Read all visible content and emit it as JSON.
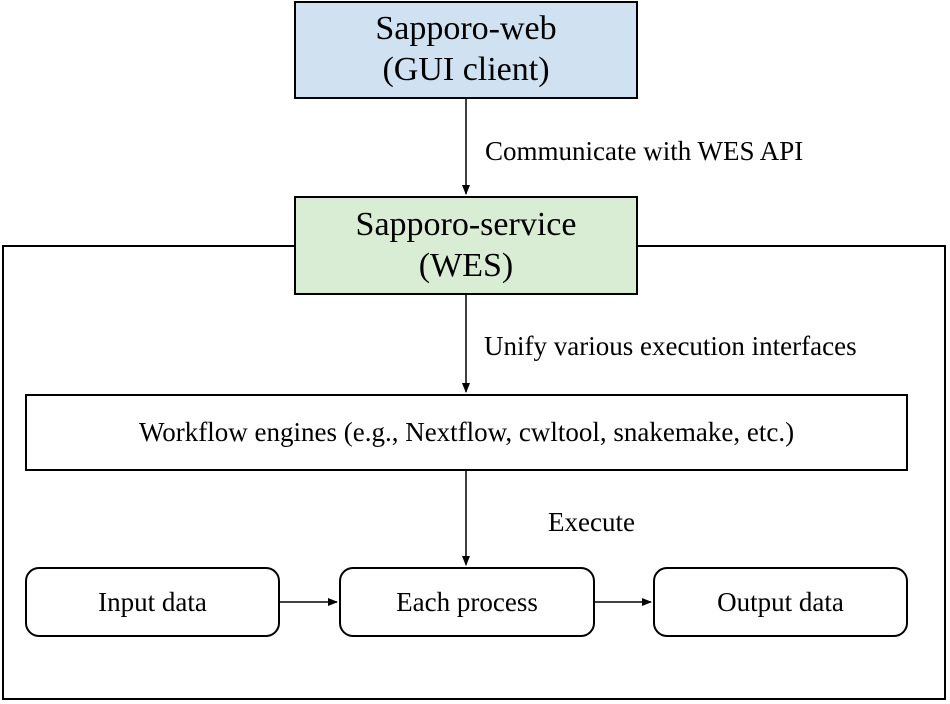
{
  "colors": {
    "web_fill": "#d0e1f1",
    "service_fill": "#d9ecd4",
    "stroke": "#000000"
  },
  "nodes": {
    "web": {
      "line1": "Sapporo-web",
      "line2": "(GUI client)"
    },
    "service": {
      "line1": "Sapporo-service",
      "line2": "(WES)"
    },
    "engines": {
      "label": "Workflow engines (e.g., Nextflow, cwltool, snakemake, etc.)"
    },
    "input": {
      "label": "Input data"
    },
    "process": {
      "label": "Each process"
    },
    "output": {
      "label": "Output data"
    }
  },
  "edges": {
    "web_to_service": {
      "label": "Communicate with WES API"
    },
    "service_to_engines": {
      "label": "Unify various execution interfaces"
    },
    "engines_to_process": {
      "label": "Execute"
    },
    "input_to_process": {
      "label": ""
    },
    "process_to_output": {
      "label": ""
    }
  }
}
